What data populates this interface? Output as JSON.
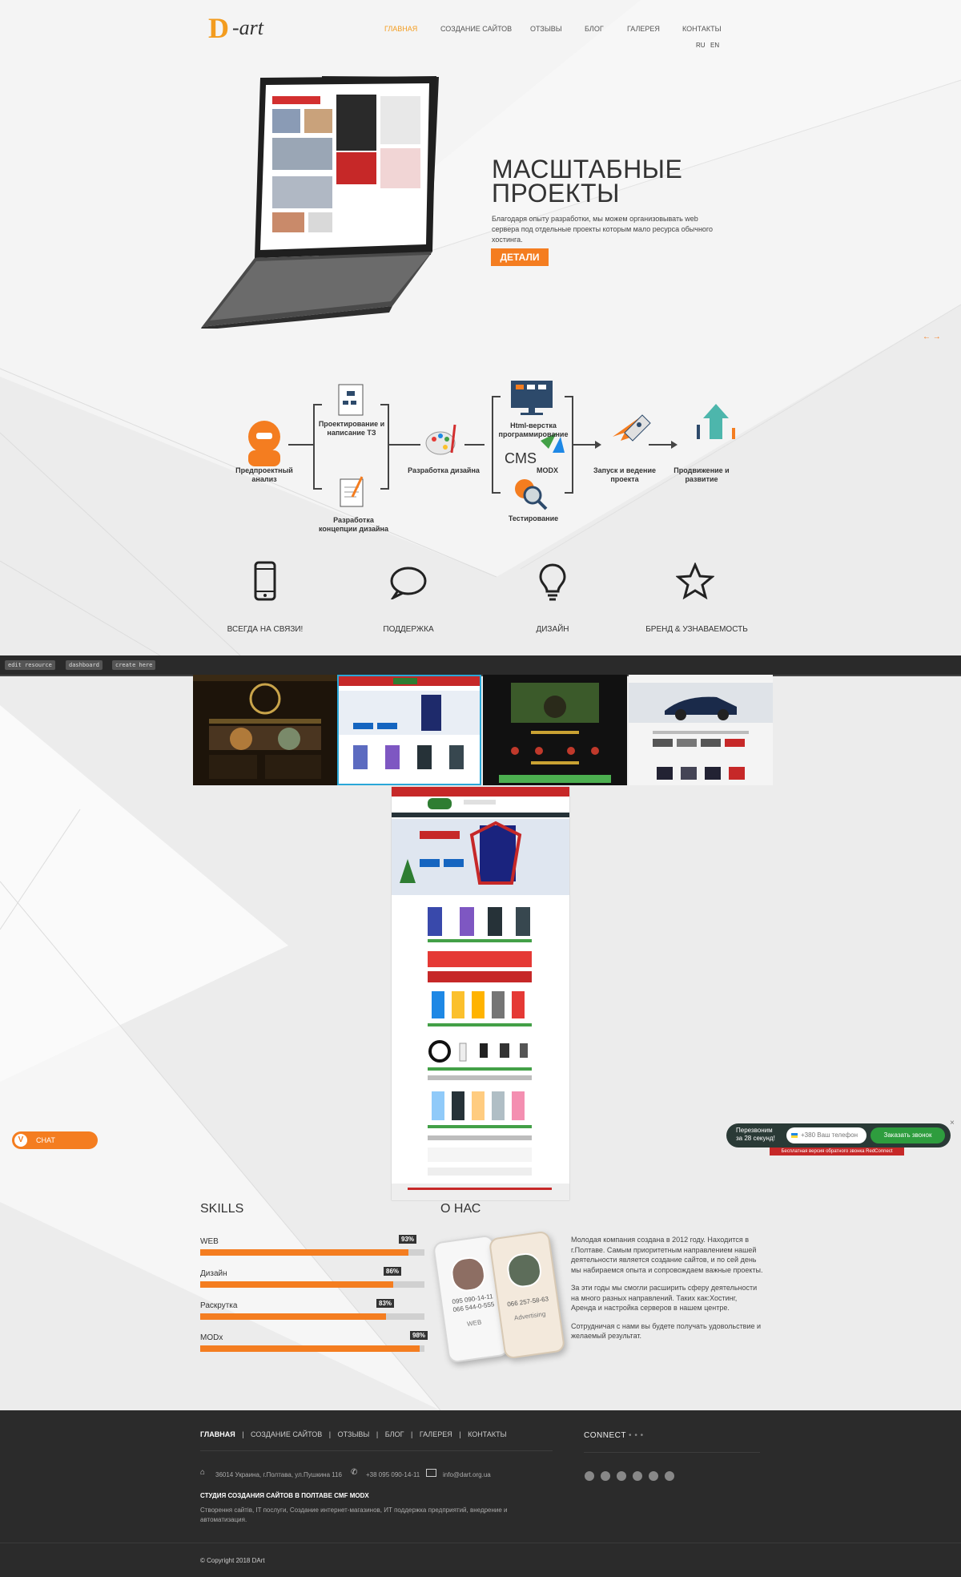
{
  "header": {
    "logo_letter": "D",
    "logo_word": "-art",
    "nav": [
      {
        "label": "ГЛАВНАЯ",
        "active": true
      },
      {
        "label": "СОЗДАНИЕ САЙТОВ",
        "active": false
      },
      {
        "label": "ОТЗЫВЫ",
        "active": false
      },
      {
        "label": "БЛОГ",
        "active": false
      },
      {
        "label": "ГАЛЕРЕЯ",
        "active": false
      },
      {
        "label": "КОНТАКТЫ",
        "active": false
      }
    ],
    "lang_ru": "RU",
    "lang_en": "EN"
  },
  "hero": {
    "title_line1": "МАСШТАБНЫЕ",
    "title_line2": "ПРОЕКТЫ",
    "text": "Благодаря опыту разработки, мы можем организовывать web сервера под отдельные проекты которым мало ресурса обычного хостинга.",
    "button": "ДЕТАЛИ",
    "arrows": "← →"
  },
  "process": {
    "step1": "Предпроектный анализ",
    "step2a": "Проектирование и написание ТЗ",
    "step2b": "Разработка концепции дизайна",
    "step3": "Разработка дизайна",
    "step4a": "Html-верстка программирование",
    "step4cms": "CMS",
    "step4modx": "MODX",
    "step4b": "Тестирование",
    "step5": "Запуск и ведение проекта",
    "step6": "Продвижение и развитие"
  },
  "features": [
    {
      "label": "ВСЕГДА НА СВЯЗИ!",
      "icon": "phone-icon"
    },
    {
      "label": "ПОДДЕРЖКА",
      "icon": "chat-bubble-icon"
    },
    {
      "label": "ДИЗАЙН",
      "icon": "lightbulb-icon"
    },
    {
      "label": "БРЕНД & УЗНАВАЕМОСТЬ",
      "icon": "star-icon"
    }
  ],
  "toolbar": {
    "edit": "edit resource",
    "dashboard": "dashboard",
    "create": "create here"
  },
  "skills": {
    "title": "SKILLS",
    "items": [
      {
        "label": "WEB",
        "value": 93,
        "pct": "93%"
      },
      {
        "label": "Дизайн",
        "value": 86,
        "pct": "86%"
      },
      {
        "label": "Раскрутка",
        "value": 83,
        "pct": "83%"
      },
      {
        "label": "MODx",
        "value": 98,
        "pct": "98%"
      }
    ]
  },
  "about": {
    "title": "О НАС",
    "p1": "Молодая компания создана в 2012 году. Находится в г.Полтаве. Самым приоритетным направлением нашей деятельности является создание сайтов, и по сей день мы набираемся опыта и сопровождаем важные проекты.",
    "p2": "За эти годы мы смогли расширить сферу деятельности на много разных направлений. Таких как:Хостинг, Аренда и настройка серверов в нашем центре.",
    "p3": "Сотрудничая с нами вы будете получать удовольствие и желаемый результат.",
    "phone1": "095 090-14-11",
    "phone1b": "066 544-0-555",
    "phone1_role": "WEB",
    "phone2": "066 257-58-63",
    "phone2_role": "Advertising"
  },
  "chat": {
    "label": "CHAT"
  },
  "callback": {
    "text_line1": "Перезвоним",
    "text_line2": "за 28 секунд!",
    "placeholder": "+380 Ваш телефон",
    "button": "Заказать звонок",
    "notice": "Бесплатная версия обратного звонка RedConnect"
  },
  "footer": {
    "nav": [
      "ГЛАВНАЯ",
      "СОЗДАНИЕ САЙТОВ",
      "ОТЗЫВЫ",
      "БЛОГ",
      "ГАЛЕРЕЯ",
      "КОНТАКТЫ"
    ],
    "separator": "|",
    "connect": "CONNECT",
    "address": "36014 Украина, г.Полтава, ул.Пушкина 116",
    "phone": "+38 095 090-14-11",
    "email": "info@dart.org.ua",
    "studio_title": "СТУДИЯ СОЗДАНИЯ САЙТОВ В ПОЛТАВЕ CMF MODX",
    "studio_text": "Створення сайтів, IT послуги, Создание интернет-магазинов, ИТ поддержка предприятий, внедрение и автоматизация.",
    "copyright": "© Copyright 2018 DArt",
    "social": [
      "google-plus-icon",
      "vimeo-icon",
      "facebook-icon",
      "vk-icon",
      "instagram-icon",
      "skype-icon"
    ]
  },
  "colors": {
    "accent": "#f47d20",
    "dark": "#2b2b2b",
    "bg": "#ececec"
  }
}
